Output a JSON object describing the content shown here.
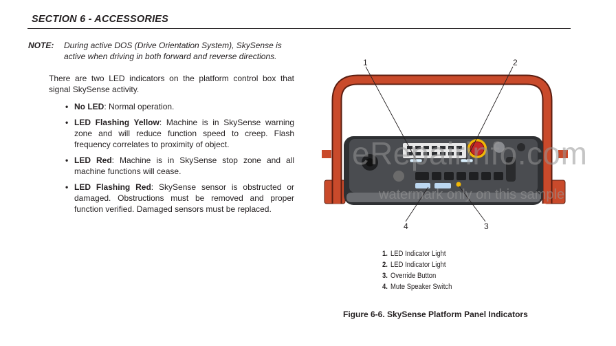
{
  "header": {
    "section_title": "SECTION 6 - ACCESSORIES"
  },
  "note": {
    "label": "NOTE:",
    "text": "During active DOS (Drive Orientation System), SkySense is active when driving in both forward and reverse directions."
  },
  "intro": "There are two LED indicators on the platform control box that signal SkySense activity.",
  "bullets": [
    {
      "term": "No LED",
      "desc": ": Normal operation."
    },
    {
      "term": "LED Flashing Yellow",
      "desc": ": Machine is in SkySense warning zone and will reduce function speed to creep. Flash frequency correlates to proximity of object."
    },
    {
      "term": "LED Red",
      "desc": ": Machine is in SkySense stop zone and all machine functions will cease."
    },
    {
      "term": "LED Flashing Red",
      "desc": ": SkySense sensor is obstructed or damaged. Obstructions must be removed and proper function verified. Damaged sensors must be replaced."
    }
  ],
  "figure": {
    "callouts": [
      "1",
      "2",
      "3",
      "4"
    ],
    "legend": [
      {
        "num": "1.",
        "label": "LED Indicator Light"
      },
      {
        "num": "2.",
        "label": "LED Indicator Light"
      },
      {
        "num": "3.",
        "label": "Override Button"
      },
      {
        "num": "4.",
        "label": "Mute Speaker Switch"
      }
    ],
    "caption": "Figure 6-6. SkySense Platform Panel Indicators"
  },
  "watermark": {
    "main": "eRepairinfo.com",
    "sub": "watermark only on this sample"
  },
  "colors": {
    "frame": "#c94a2b",
    "panel": "#3b3d40",
    "text": "#231f20"
  }
}
